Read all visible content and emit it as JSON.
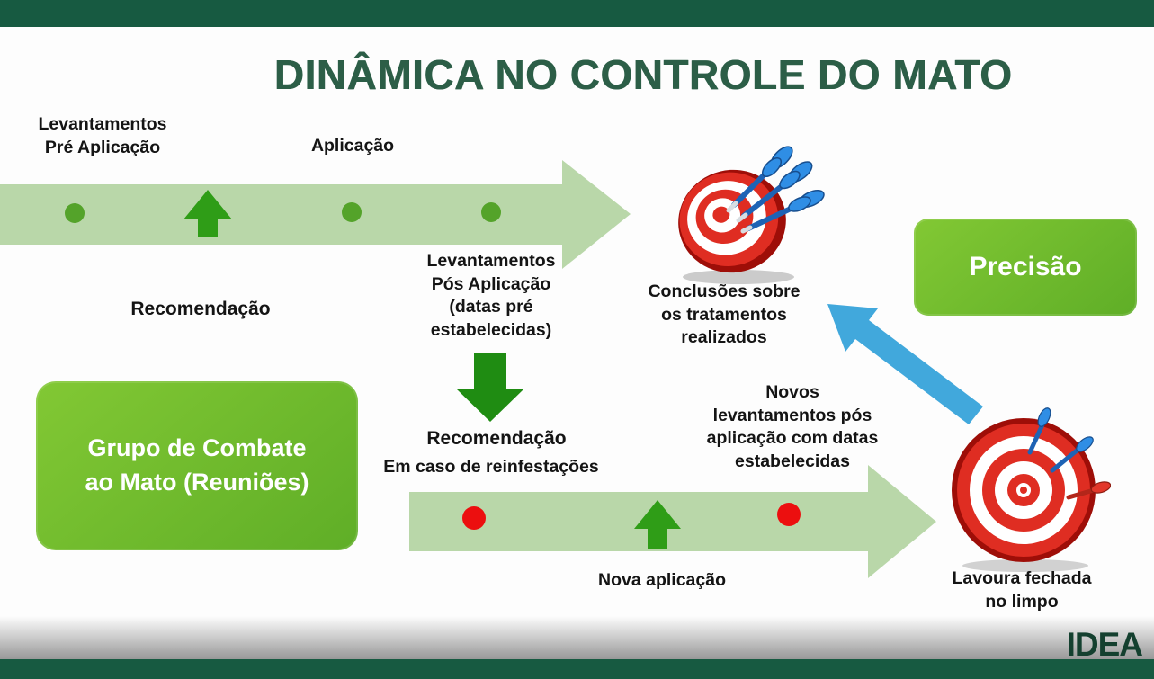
{
  "title": "DINÂMICA NO CONTROLE DO MATO",
  "labels": {
    "levantamentos_pre": "Levantamentos\nPré Aplicação",
    "aplicacao": "Aplicação",
    "recomendacao_top": "Recomendação",
    "levantamentos_pos": "Levantamentos\nPós Aplicação\n(datas pré\nestabelecidas)",
    "recomendacao_mid": "Recomendação",
    "em_caso_reinfestacoes": "Em caso de reinfestações",
    "nova_aplicacao": "Nova aplicação",
    "novos_levantamentos": "Novos\nlevantamentos pós\naplicação com datas\nestabelecidas",
    "conclusoes": "Conclusões sobre\nos tratamentos\nrealizados",
    "lavoura_fechada": "Lavoura fechada\nno limpo"
  },
  "boxes": {
    "grupo_combate": "Grupo de Combate\nao Mato (Reuniões)",
    "precisao": "Precisão"
  },
  "logo": {
    "text": "IDEA"
  },
  "colors": {
    "border_bar": "#175a41",
    "title_green": "#2c5e47",
    "timeline_arrow": "#b9d7a9",
    "milestone_dot": "#54a32a",
    "up_arrow": "#2f9d17",
    "down_arrow": "#1f8c12",
    "action_box_green": "#6cbe2d",
    "alert_dot_red": "#ec0f0f",
    "feedback_arrow_blue": "#41a8dc",
    "label_text": "#141414"
  },
  "icons": {
    "target_top": "dartboard-with-darts-icon",
    "target_bottom": "dartboard-with-darts-icon",
    "feedback_arrow": "arrow-up-left-icon"
  }
}
